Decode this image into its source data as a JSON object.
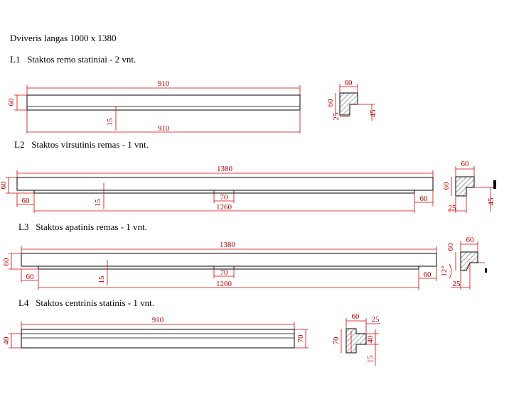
{
  "title": "Dviveris langas 1000 x 1380",
  "sections": [
    {
      "heading": "L1   Staktos remo statiniai - 2 vnt.",
      "dims": {
        "top_length": "910",
        "bottom_length": "910",
        "height": "60",
        "groove": "15"
      },
      "profile": {
        "width": "60",
        "height": "60",
        "offset": "25",
        "inner": "45"
      }
    },
    {
      "heading": "L2   Staktos virsutinis remas - 1 vnt.",
      "dims": {
        "top_length": "1380",
        "height": "60",
        "left_offset": "60",
        "right_offset": "60",
        "groove": "15",
        "gap": "70",
        "bottom_length": "1260"
      },
      "profile": {
        "width": "60",
        "height": "60",
        "offset": "25",
        "inner": "45"
      }
    },
    {
      "heading": "L3   Staktos apatinis remas - 1 vnt.",
      "dims": {
        "top_length": "1380",
        "height": "60",
        "left_offset": "60",
        "right_offset": "60",
        "groove": "15",
        "gap": "70",
        "bottom_length": "1260"
      },
      "profile": {
        "width": "60",
        "height": "60",
        "angle": "12°",
        "offset": "25"
      }
    },
    {
      "heading": "L4   Staktos centrinis statinis - 1 vnt.",
      "dims": {
        "top_length": "910",
        "left_height": "40",
        "right_height": "70"
      },
      "profile": {
        "width": "60",
        "notch": "25",
        "height": "70",
        "inner": "40",
        "bottom": "15"
      }
    }
  ]
}
